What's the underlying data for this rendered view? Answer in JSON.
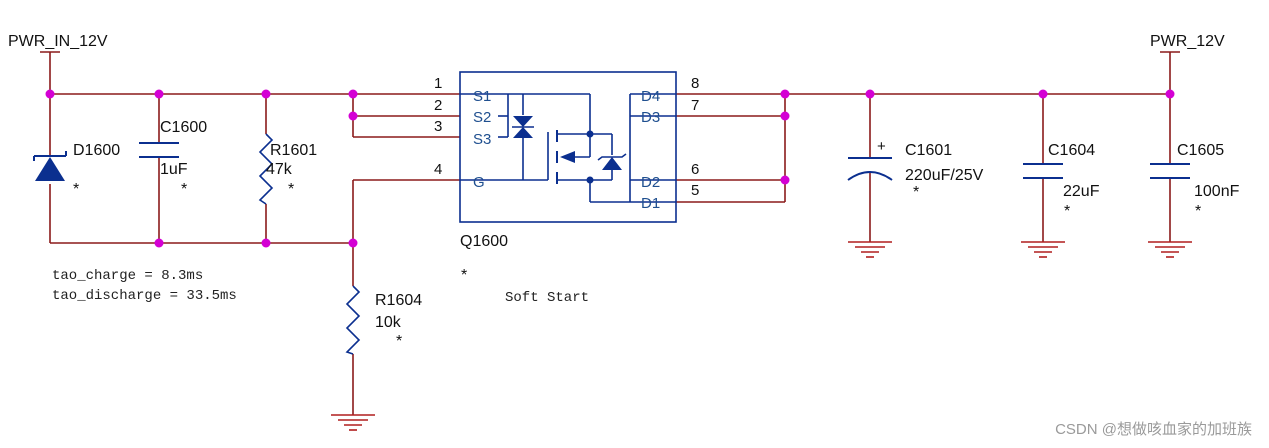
{
  "title": "Soft Start",
  "nets": {
    "input": "PWR_IN_12V",
    "output": "PWR_12V"
  },
  "components": {
    "D1600": {
      "ref": "D1600",
      "mark": "*"
    },
    "C1600": {
      "ref": "C1600",
      "value": "1uF",
      "mark": "*"
    },
    "R1601": {
      "ref": "R1601",
      "value": "47k",
      "mark": "*"
    },
    "R1604": {
      "ref": "R1604",
      "value": "10k",
      "mark": "*"
    },
    "Q1600": {
      "ref": "Q1600",
      "mark": "*",
      "pins": [
        "S1",
        "S2",
        "S3",
        "G",
        "D4",
        "D3",
        "D2",
        "D1"
      ]
    },
    "C1601": {
      "ref": "C1601",
      "value": "220uF/25V",
      "mark": "*",
      "polarity": "+"
    },
    "C1604": {
      "ref": "C1604",
      "value": "22uF",
      "mark": "*"
    },
    "C1605": {
      "ref": "C1605",
      "value": "100nF",
      "mark": "*"
    }
  },
  "pin_numbers": [
    "1",
    "2",
    "3",
    "4",
    "8",
    "7",
    "6",
    "5"
  ],
  "notes": [
    "tao_charge = 8.3ms",
    "tao_discharge = 33.5ms"
  ],
  "watermark": "CSDN @想做咳血家的加班族",
  "colors": {
    "wire": "#8b1a1a",
    "component": "#0b2f8f",
    "junction": "#d400d4",
    "ground": "#b11e1e"
  }
}
